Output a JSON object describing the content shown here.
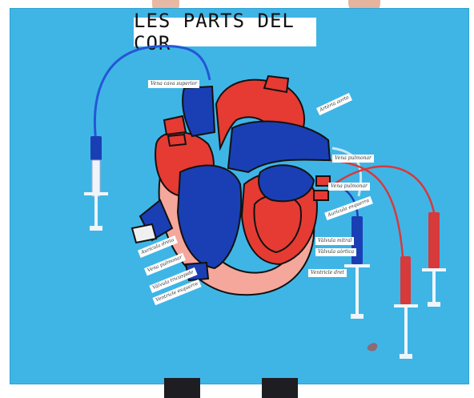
{
  "title": "LES PARTS DEL COR",
  "labels": {
    "vena_cava_superior": "Vena cava superior",
    "arteria_aorta": "Artèria aorta",
    "vena_pulmonar_dreta": "Vena pulmonar",
    "vena_pulmonar_2": "Vena pulmonar",
    "aurícula_esquerra": "Aurícula esquerra",
    "valvula_mitral": "Vàlvula mitral",
    "valvula_aortica": "Vàlvula aòrtica",
    "ventricle_dret": "Ventricle dret",
    "auricula_dreta": "Aurícula dreta",
    "vena_pulmonar_3": "Vena pulmonar",
    "valvula_tricuspide": "Vàlvula tricúspide",
    "ventricle_esquerre": "Ventricle esquerre"
  },
  "colors": {
    "board": "#3fb5e6",
    "oxygen_poor": "#1a3fb5",
    "oxygen_rich": "#e53b33",
    "septum": "#f4a79a"
  }
}
